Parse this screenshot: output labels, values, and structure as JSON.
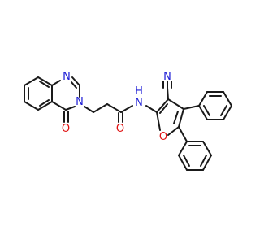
{
  "atoms": {
    "n_quinazoline_top": "N",
    "n_quinazoline_ring": "N",
    "o_quinazolinone": "O",
    "o_amide": "O",
    "n_amide": "N",
    "h_amide": "H",
    "n_nitrile": "N",
    "o_furan": "O"
  },
  "colors": {
    "carbon": "#1a1a1a",
    "nitrogen": "#1f1fd6",
    "oxygen": "#e01010",
    "background": "#ffffff"
  }
}
